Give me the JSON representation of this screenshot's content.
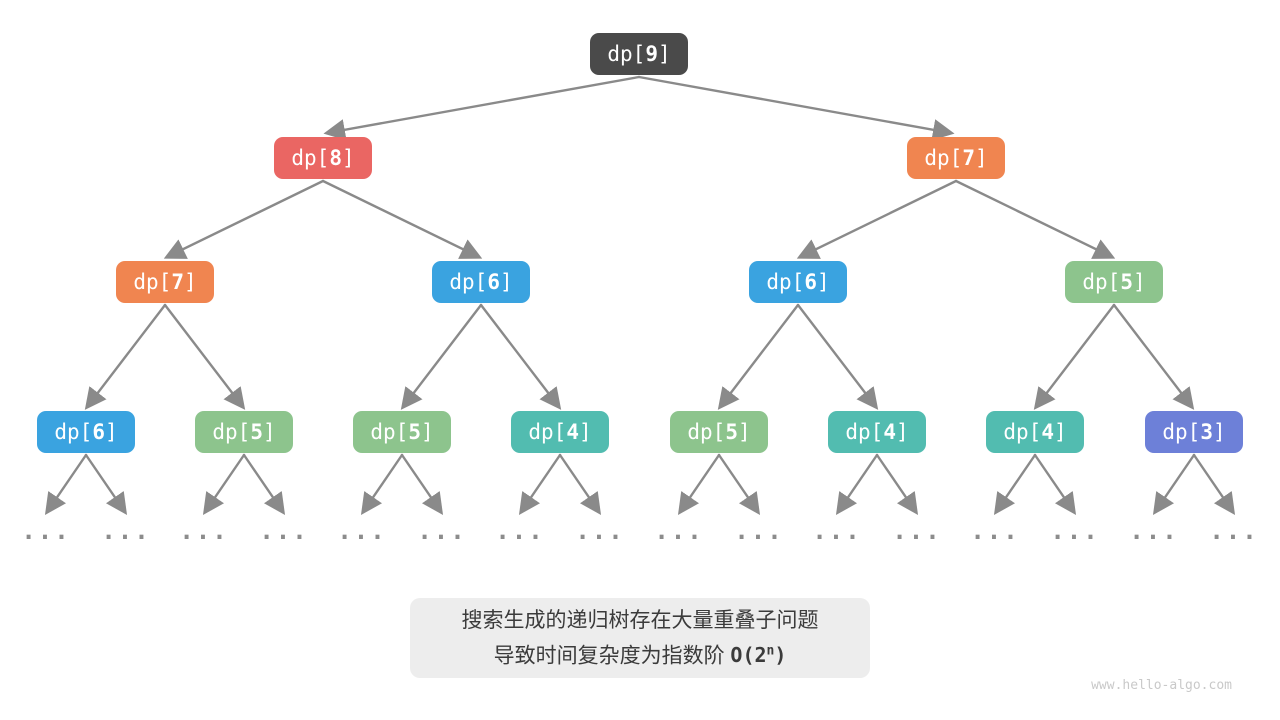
{
  "tree": {
    "edge_color": "#8a8a8a",
    "ellipsis_color": "#8c8c8c",
    "ellipsis": "...",
    "nodes": [
      {
        "prefix": "dp[",
        "num": "9",
        "suffix": "]",
        "color": "#4a4a4a"
      },
      {
        "prefix": "dp[",
        "num": "8",
        "suffix": "]",
        "color": "#ea6663"
      },
      {
        "prefix": "dp[",
        "num": "7",
        "suffix": "]",
        "color": "#f08550"
      },
      {
        "prefix": "dp[",
        "num": "7",
        "suffix": "]",
        "color": "#f08550"
      },
      {
        "prefix": "dp[",
        "num": "6",
        "suffix": "]",
        "color": "#3aa3e0"
      },
      {
        "prefix": "dp[",
        "num": "6",
        "suffix": "]",
        "color": "#3aa3e0"
      },
      {
        "prefix": "dp[",
        "num": "5",
        "suffix": "]",
        "color": "#8dc48d"
      },
      {
        "prefix": "dp[",
        "num": "6",
        "suffix": "]",
        "color": "#3aa3e0"
      },
      {
        "prefix": "dp[",
        "num": "5",
        "suffix": "]",
        "color": "#8dc48d"
      },
      {
        "prefix": "dp[",
        "num": "5",
        "suffix": "]",
        "color": "#8dc48d"
      },
      {
        "prefix": "dp[",
        "num": "4",
        "suffix": "]",
        "color": "#52bcb0"
      },
      {
        "prefix": "dp[",
        "num": "5",
        "suffix": "]",
        "color": "#8dc48d"
      },
      {
        "prefix": "dp[",
        "num": "4",
        "suffix": "]",
        "color": "#52bcb0"
      },
      {
        "prefix": "dp[",
        "num": "4",
        "suffix": "]",
        "color": "#52bcb0"
      },
      {
        "prefix": "dp[",
        "num": "3",
        "suffix": "]",
        "color": "#6d80d8"
      }
    ]
  },
  "caption": {
    "bg": "#ededed",
    "line1": "搜索生成的递归树存在大量重叠子问题",
    "line2_text": "导致时间复杂度为指数阶",
    "formula_base": "O(2",
    "formula_exponent": "n",
    "formula_close": ")"
  },
  "watermark": "www.hello-algo.com"
}
